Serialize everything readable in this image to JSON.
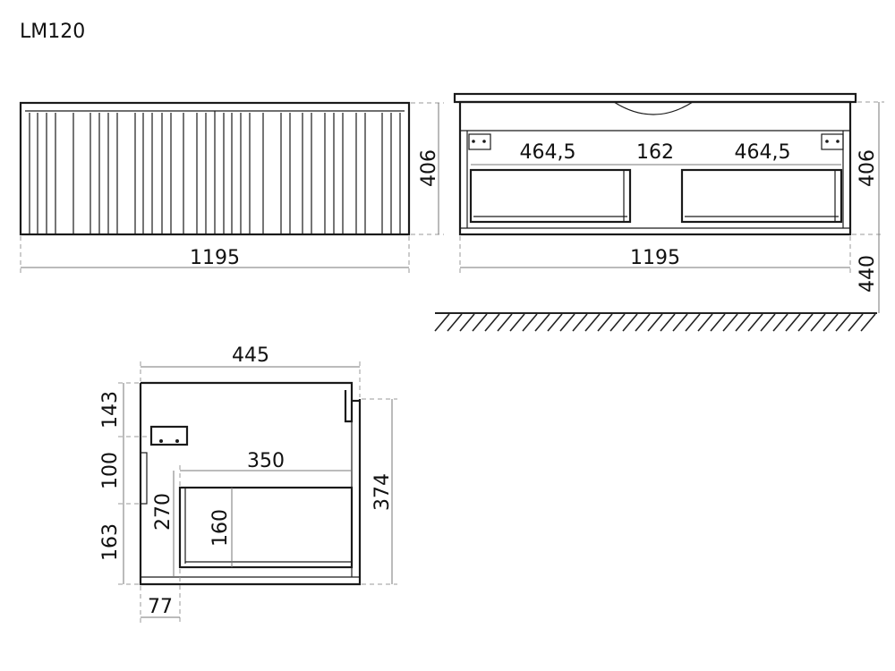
{
  "title": "LM120",
  "front_view": {
    "width": "1195",
    "height": "406"
  },
  "rear_view": {
    "width": "1195",
    "height": "406",
    "floor_clearance": "440",
    "section_left": "464,5",
    "section_middle": "162",
    "section_right": "464,5"
  },
  "side_view": {
    "depth": "445",
    "drawer_depth": "350",
    "total_height": "374",
    "top_offset": "143",
    "middle_offset": "100",
    "bottom_offset": "163",
    "drawer_height_outer": "270",
    "drawer_height_inner": "160",
    "back_offset": "77"
  }
}
